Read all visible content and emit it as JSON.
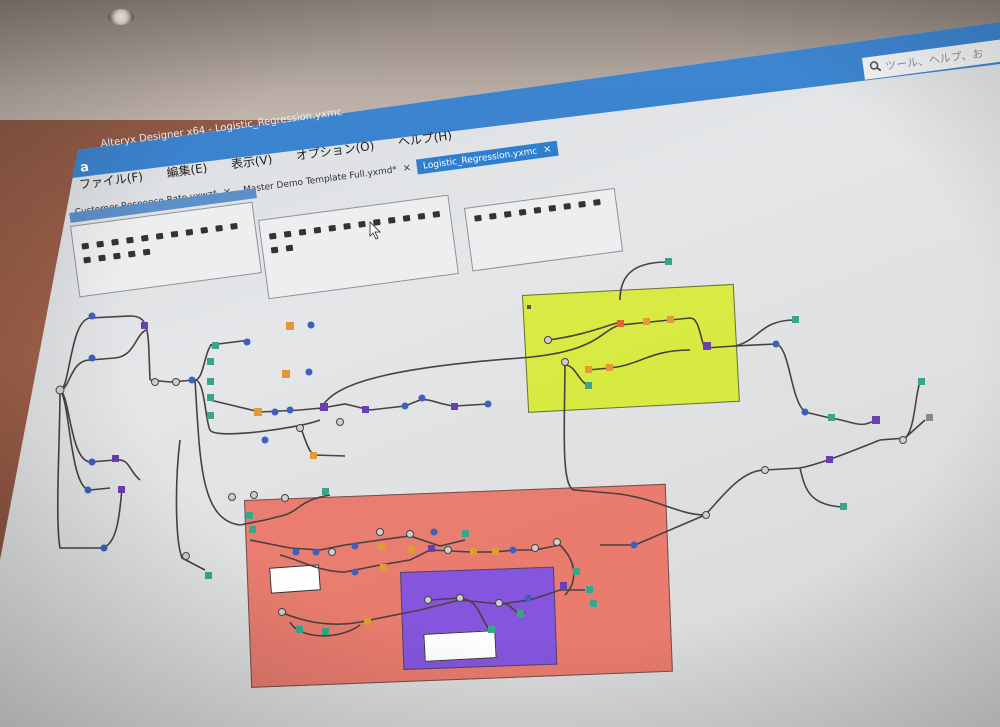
{
  "app": {
    "title": "Alteryx Designer x64 - Logistic_Regression.yxmc",
    "logo": "a",
    "search_placeholder": "ツール、ヘルプ、お"
  },
  "menu": {
    "items": [
      {
        "label": "ファイル(F)"
      },
      {
        "label": "編集(E)"
      },
      {
        "label": "表示(V)"
      },
      {
        "label": "オプション(O)"
      },
      {
        "label": "ヘルプ(H)"
      }
    ]
  },
  "tabs": [
    {
      "label": "Customer Response Rate.yxwz*",
      "active": false
    },
    {
      "label": "Master Demo Template Full.yxmd*",
      "active": false
    },
    {
      "label": "Logistic_Regression.yxmc",
      "active": true
    }
  ],
  "tab_close_glyph": "×",
  "icons": {
    "search": "search-icon",
    "close": "close-icon",
    "cursor": "pointer-cursor-icon"
  },
  "colors": {
    "titlebar": "#2f73c0",
    "container_yellow": "#d6eb1e",
    "container_red": "#ea6e5e",
    "container_purple": "#7c52e6",
    "tool_green": "#3aa58a",
    "tool_blue": "#3d5fc0",
    "tool_orange": "#e09a3a",
    "tool_purple": "#6a3fb0",
    "connector": "#4a4040"
  }
}
